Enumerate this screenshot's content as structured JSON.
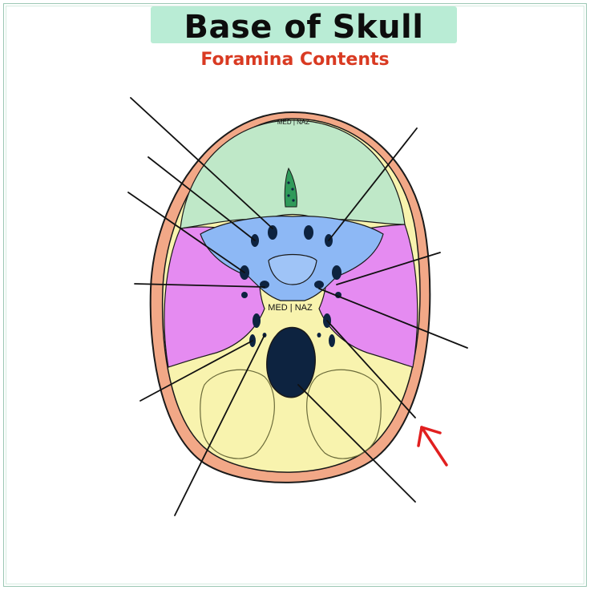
{
  "title": "Base of Skull",
  "subtitle": "Foramina Contents",
  "labels": {
    "top_marker": "MED | NAZ",
    "center_marker": "MED | NAZ"
  },
  "colors": {
    "anterior_fossa": "#bfe8c8",
    "middle_fossa": "#e58bf1",
    "central_blue": "#8db8f5",
    "posterior_fossa": "#f8f3ae",
    "outer_bone": "#f2a887",
    "foramen_dark": "#0d2340",
    "crista": "#2f9a5a",
    "arrow": "#e11f1f",
    "title_bg": "#b9ecd5",
    "subtitle": "#d93a22"
  },
  "pointer_lines": 11,
  "arrow": "red-arrow-icon"
}
